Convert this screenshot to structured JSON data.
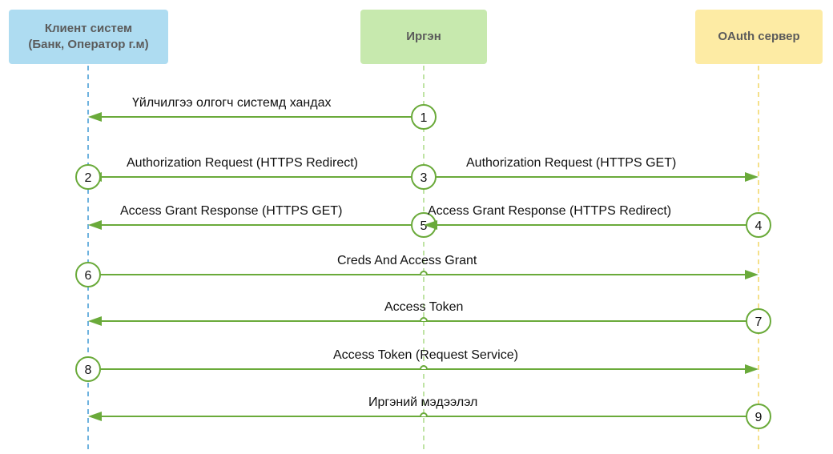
{
  "actors": [
    {
      "id": "client",
      "label": "Клиент систем\n(Банк, Оператор г.м)",
      "fill": "#aedcf1",
      "line": "#6fb3df"
    },
    {
      "id": "citizen",
      "label": "Иргэн",
      "fill": "#c7e9ae",
      "line": "#bfe3a4"
    },
    {
      "id": "oauth",
      "label": "OAuth сервер",
      "fill": "#fdeba4",
      "line": "#f5e08a"
    }
  ],
  "colors": {
    "arrow": "#6aaa3a",
    "circle_fill": "#ffffff",
    "text": "#111111"
  },
  "messages": [
    {
      "from": "citizen",
      "to": "client",
      "label": "Үйлчилгээ олгогч системд хандах",
      "step": "1",
      "step_at": "citizen"
    },
    {
      "from": "citizen",
      "to": "client",
      "label": "Authorization Request (HTTPS Redirect)",
      "step": "2",
      "step_at": "client"
    },
    {
      "from": "citizen",
      "to": "oauth",
      "label": "Authorization Request (HTTPS GET)",
      "step": "3",
      "step_at": "citizen"
    },
    {
      "from": "citizen",
      "to": "client",
      "label": "Access Grant Response (HTTPS GET)",
      "step": "5",
      "step_at": "citizen"
    },
    {
      "from": "oauth",
      "to": "citizen",
      "label": "Access Grant Response (HTTPS Redirect)",
      "step": "4",
      "step_at": "oauth"
    },
    {
      "from": "client",
      "to": "oauth",
      "label": "Creds And Access Grant",
      "step": "6",
      "step_at": "client"
    },
    {
      "from": "oauth",
      "to": "client",
      "label": "Access Token",
      "step": "7",
      "step_at": "oauth"
    },
    {
      "from": "client",
      "to": "oauth",
      "label": "Access Token (Request Service)",
      "step": "8",
      "step_at": "client"
    },
    {
      "from": "oauth",
      "to": "client",
      "label": "Иргэний мэдээлэл",
      "step": "9",
      "step_at": "oauth"
    }
  ]
}
